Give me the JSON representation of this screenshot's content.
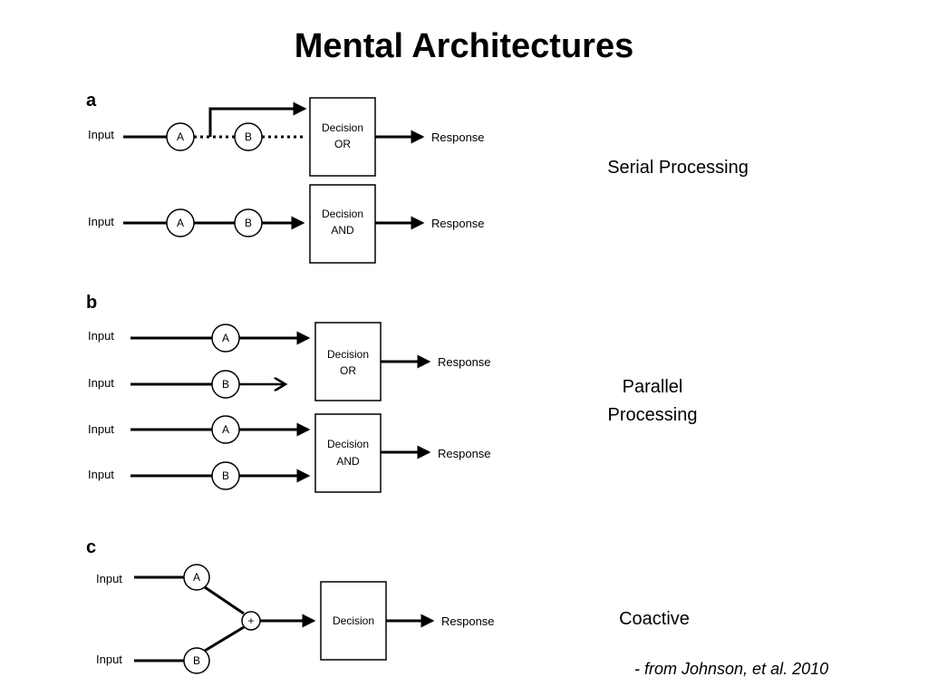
{
  "title": "Mental Architectures",
  "panels": {
    "a": {
      "letter": "a",
      "rows": [
        {
          "input": "Input",
          "node1": "A",
          "node2": "B",
          "decision_line1": "Decision",
          "decision_line2": "OR",
          "response": "Response"
        },
        {
          "input": "Input",
          "node1": "A",
          "node2": "B",
          "decision_line1": "Decision",
          "decision_line2": "AND",
          "response": "Response"
        }
      ]
    },
    "b": {
      "letter": "b",
      "inputs": [
        {
          "input": "Input",
          "node": "A"
        },
        {
          "input": "Input",
          "node": "B"
        },
        {
          "input": "Input",
          "node": "A"
        },
        {
          "input": "Input",
          "node": "B"
        }
      ],
      "decisions": [
        {
          "line1": "Decision",
          "line2": "OR",
          "response": "Response"
        },
        {
          "line1": "Decision",
          "line2": "AND",
          "response": "Response"
        }
      ]
    },
    "c": {
      "letter": "c",
      "inputs": [
        {
          "input": "Input",
          "node": "A"
        },
        {
          "input": "Input",
          "node": "B"
        }
      ],
      "sum": "+",
      "decision": "Decision",
      "response": "Response"
    }
  },
  "labels": {
    "serial": "Serial Processing",
    "parallel_line1": "Parallel",
    "parallel_line2": "Processing",
    "coactive": "Coactive"
  },
  "citation": "- from Johnson, et al. 2010"
}
